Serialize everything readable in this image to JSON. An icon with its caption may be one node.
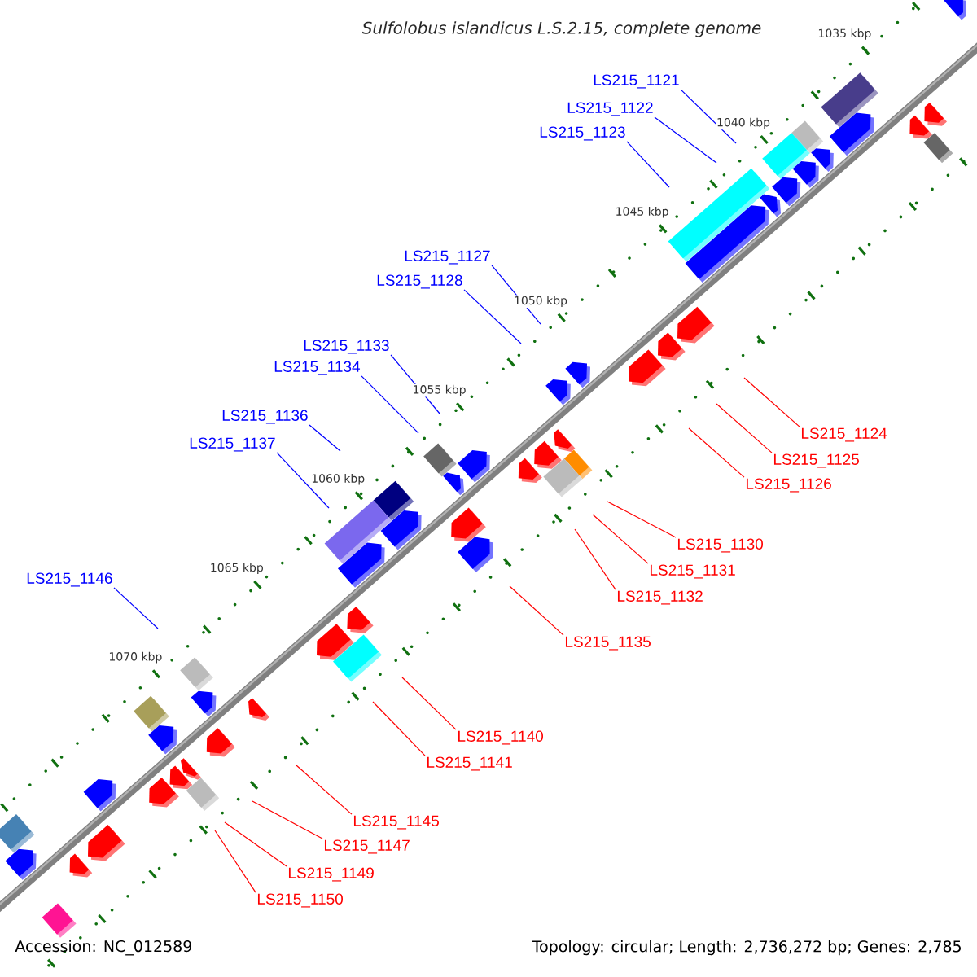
{
  "diagram": {
    "title": "Sulfolobus islandicus L.S.2.15, complete genome",
    "nodes": [
      {
        "text": [
          "LS215_1121"
        ]
      },
      {
        "text": [
          "LS215_1122"
        ]
      },
      {
        "text": [
          "LS215_1123"
        ]
      },
      {
        "text": [
          "LS215_1127"
        ]
      },
      {
        "text": [
          "LS215_1128"
        ]
      },
      {
        "text": [
          "LS215_1133"
        ]
      },
      {
        "text": [
          "LS215_1134"
        ]
      },
      {
        "text": [
          "LS215_1136"
        ]
      },
      {
        "text": [
          "LS215_1124"
        ]
      },
      {
        "text": [
          "LS215_1137"
        ]
      },
      {
        "text": [
          "LS215_1125"
        ]
      },
      {
        "text": [
          "LS215_1126"
        ]
      },
      {
        "text": [
          "LS215_1130"
        ]
      },
      {
        "text": [
          "LS215_1131"
        ]
      },
      {
        "text": [
          "LS215_1146"
        ]
      },
      {
        "text": [
          "LS215_1132"
        ]
      },
      {
        "text": [
          "LS215_1135"
        ]
      },
      {
        "text": [
          "LS215_1140"
        ]
      },
      {
        "text": [
          "LS215_1141"
        ]
      },
      {
        "text": [
          "LS215_1145"
        ]
      },
      {
        "text": [
          "LS215_1147"
        ]
      },
      {
        "text": [
          "LS215_1149"
        ]
      },
      {
        "text": [
          "LS215_1150"
        ]
      }
    ],
    "edges": [
      {
        "from": 0,
        "to": null,
        "arrow": "none",
        "color": "#0000ff"
      },
      {
        "from": 1,
        "to": null,
        "arrow": "none",
        "color": "#0000ff"
      },
      {
        "from": 2,
        "to": null,
        "arrow": "none",
        "color": "#0000ff"
      },
      {
        "from": 3,
        "to": null,
        "arrow": "none",
        "color": "#0000ff"
      },
      {
        "from": 4,
        "to": null,
        "arrow": "none",
        "color": "#0000ff"
      },
      {
        "from": 5,
        "to": null,
        "arrow": "none",
        "color": "#0000ff"
      },
      {
        "from": 6,
        "to": null,
        "arrow": "none",
        "color": "#0000ff"
      },
      {
        "from": 7,
        "to": null,
        "arrow": "none",
        "color": "#0000ff"
      },
      {
        "from": 8,
        "to": null,
        "arrow": "none"
      },
      {
        "from": 9,
        "to": null,
        "arrow": "none",
        "color": "#0000ff"
      },
      {
        "from": 10,
        "to": null,
        "arrow": "none"
      },
      {
        "from": 11,
        "to": null,
        "arrow": "none"
      },
      {
        "from": 12,
        "to": null,
        "arrow": "none"
      },
      {
        "from": 13,
        "to": null,
        "arrow": "none"
      },
      {
        "from": 14,
        "to": null,
        "arrow": "none",
        "color": "#0000ff"
      },
      {
        "from": 15,
        "to": null,
        "arrow": "none"
      },
      {
        "from": 16,
        "to": null,
        "arrow": "none"
      },
      {
        "from": 17,
        "to": null,
        "arrow": "none"
      },
      {
        "from": 18,
        "to": null,
        "arrow": "none"
      },
      {
        "from": 19,
        "to": null,
        "arrow": "none"
      },
      {
        "from": 20,
        "to": null,
        "arrow": "none"
      },
      {
        "from": 21,
        "to": null,
        "arrow": "none"
      },
      {
        "from": 22,
        "to": null,
        "arrow": "none"
      }
    ],
    "labels": [
      "1035 kbp",
      "1040 kbp",
      "1045 kbp",
      "1050 kbp",
      "1055 kbp",
      "1060 kbp",
      "1065 kbp",
      "1070 kbp",
      "Accession: NC_012589",
      "Topology: circular; Length: 2,736,272 bp; Genes: 2,785"
    ]
  }
}
